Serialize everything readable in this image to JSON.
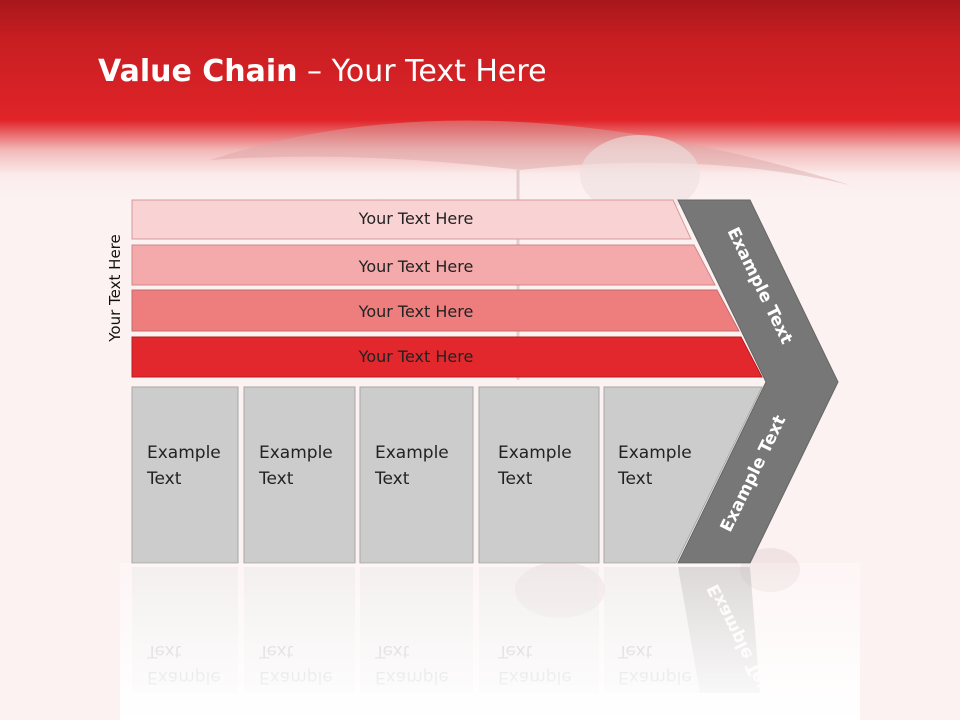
{
  "slide": {
    "title_bold": "Value Chain",
    "title_rest": " – Your Text Here",
    "side_label": "Your Text Here"
  },
  "support_rows": [
    {
      "label": "Your Text Here",
      "color": "#f9d3d4"
    },
    {
      "label": "Your Text Here",
      "color": "#f4a9aa"
    },
    {
      "label": "Your Text Here",
      "color": "#ee7e7e"
    },
    {
      "label": "Your Text Here",
      "color": "#e2282c"
    }
  ],
  "primary_boxes": [
    {
      "line1": "Example",
      "line2": "Text"
    },
    {
      "line1": "Example",
      "line2": "Text"
    },
    {
      "line1": "Example",
      "line2": "Text"
    },
    {
      "line1": "Example",
      "line2": "Text"
    },
    {
      "line1": "Example",
      "line2": "Text"
    }
  ],
  "chevron": {
    "upper_label": "Example Text",
    "lower_label": "Example Text",
    "color": "#777777"
  },
  "colors": {
    "header_red": "#e02428",
    "box_gray": "#cccccc",
    "box_border": "#a8a8a8"
  }
}
